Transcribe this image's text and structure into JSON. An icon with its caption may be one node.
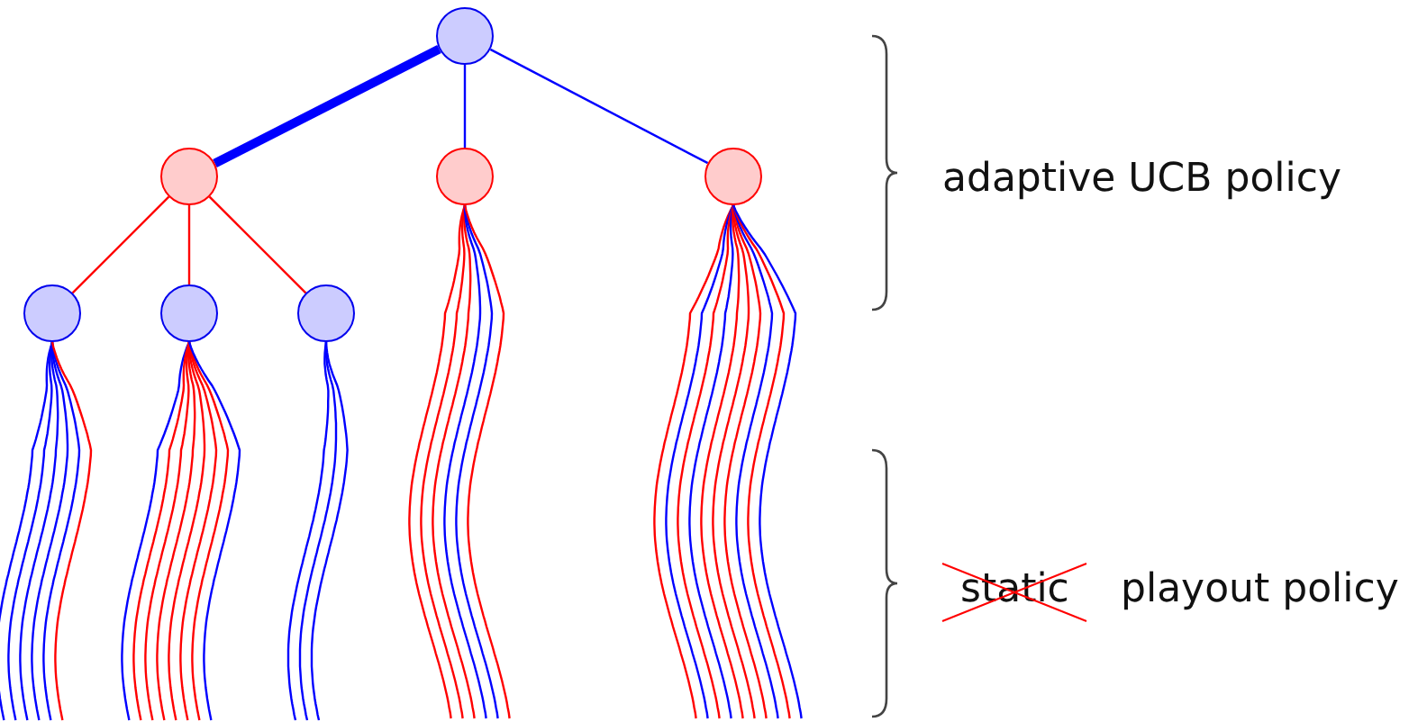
{
  "diagram": {
    "nodes": [
      {
        "text": [],
        "shape": "circle"
      },
      {
        "text": [],
        "shape": "circle"
      },
      {
        "text": [],
        "shape": "circle"
      },
      {
        "text": [],
        "shape": "circle"
      },
      {
        "text": [],
        "shape": "circle"
      },
      {
        "text": [],
        "shape": "circle"
      },
      {
        "text": [],
        "shape": "circle"
      }
    ],
    "edges": [
      {
        "from": 0,
        "to": 1,
        "arrow": "none",
        "style": "thick"
      },
      {
        "from": 0,
        "to": 2,
        "arrow": "none"
      },
      {
        "from": 0,
        "to": 3,
        "arrow": "none"
      },
      {
        "from": 1,
        "to": 4,
        "arrow": "none",
        "color": "#ff0000"
      },
      {
        "from": 1,
        "to": 5,
        "arrow": "none",
        "color": "#ff0000"
      },
      {
        "from": 1,
        "to": 6,
        "arrow": "none",
        "color": "#ff0000"
      }
    ],
    "labels": [
      "adaptive UCB policy",
      "static",
      "playout policy"
    ]
  }
}
